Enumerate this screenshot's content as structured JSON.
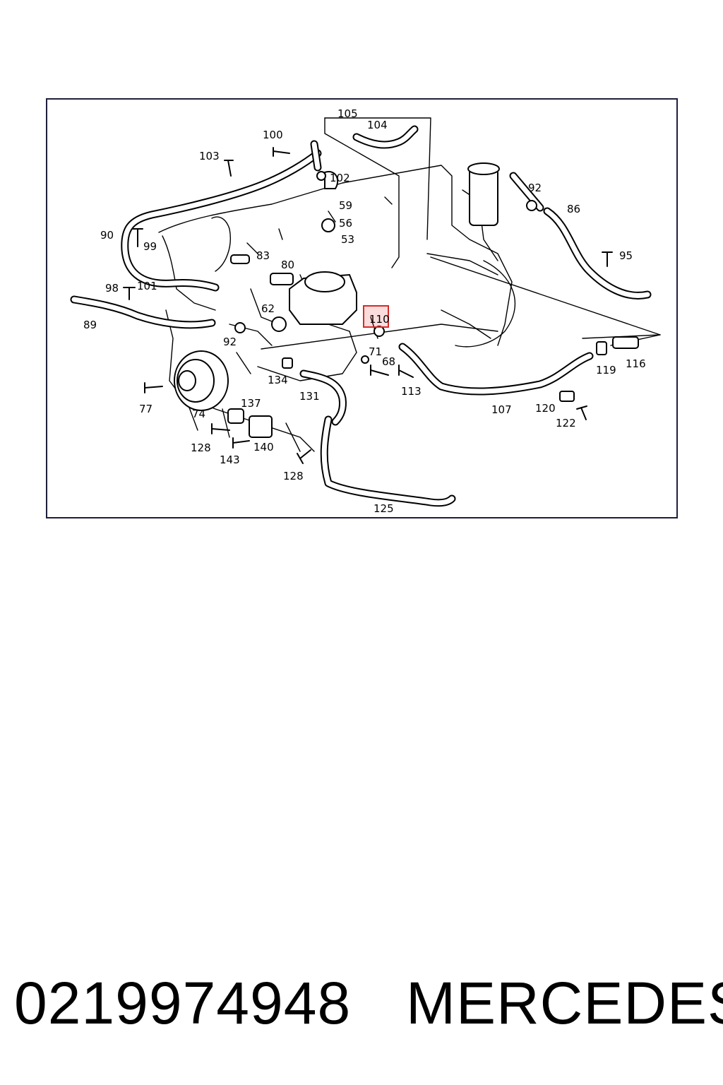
{
  "diagram": {
    "highlight_color": "#d62a2a",
    "frame_color": "#1e1e3c",
    "highlighted_part": "110",
    "labels": {
      "p105": "105",
      "p104": "104",
      "p100": "100",
      "p103": "103",
      "p102": "102",
      "p92a": "92",
      "p86": "86",
      "p59": "59",
      "p56": "56",
      "p53": "53",
      "p90": "90",
      "p99": "99",
      "p83": "83",
      "p80": "80",
      "p95": "95",
      "p98": "98",
      "p101": "101",
      "p62": "62",
      "p110": "110",
      "p89": "89",
      "p92b": "92",
      "p71": "71",
      "p68": "68",
      "p119": "119",
      "p116": "116",
      "p134": "134",
      "p113": "113",
      "p77": "77",
      "p131": "131",
      "p137": "137",
      "p74": "74",
      "p107": "107",
      "p120": "120",
      "p122": "122",
      "p128a": "128",
      "p140": "140",
      "p143": "143",
      "p128b": "128",
      "p125": "125"
    }
  },
  "footer": {
    "part_number": "0219974948",
    "brand": "MERCEDES"
  }
}
